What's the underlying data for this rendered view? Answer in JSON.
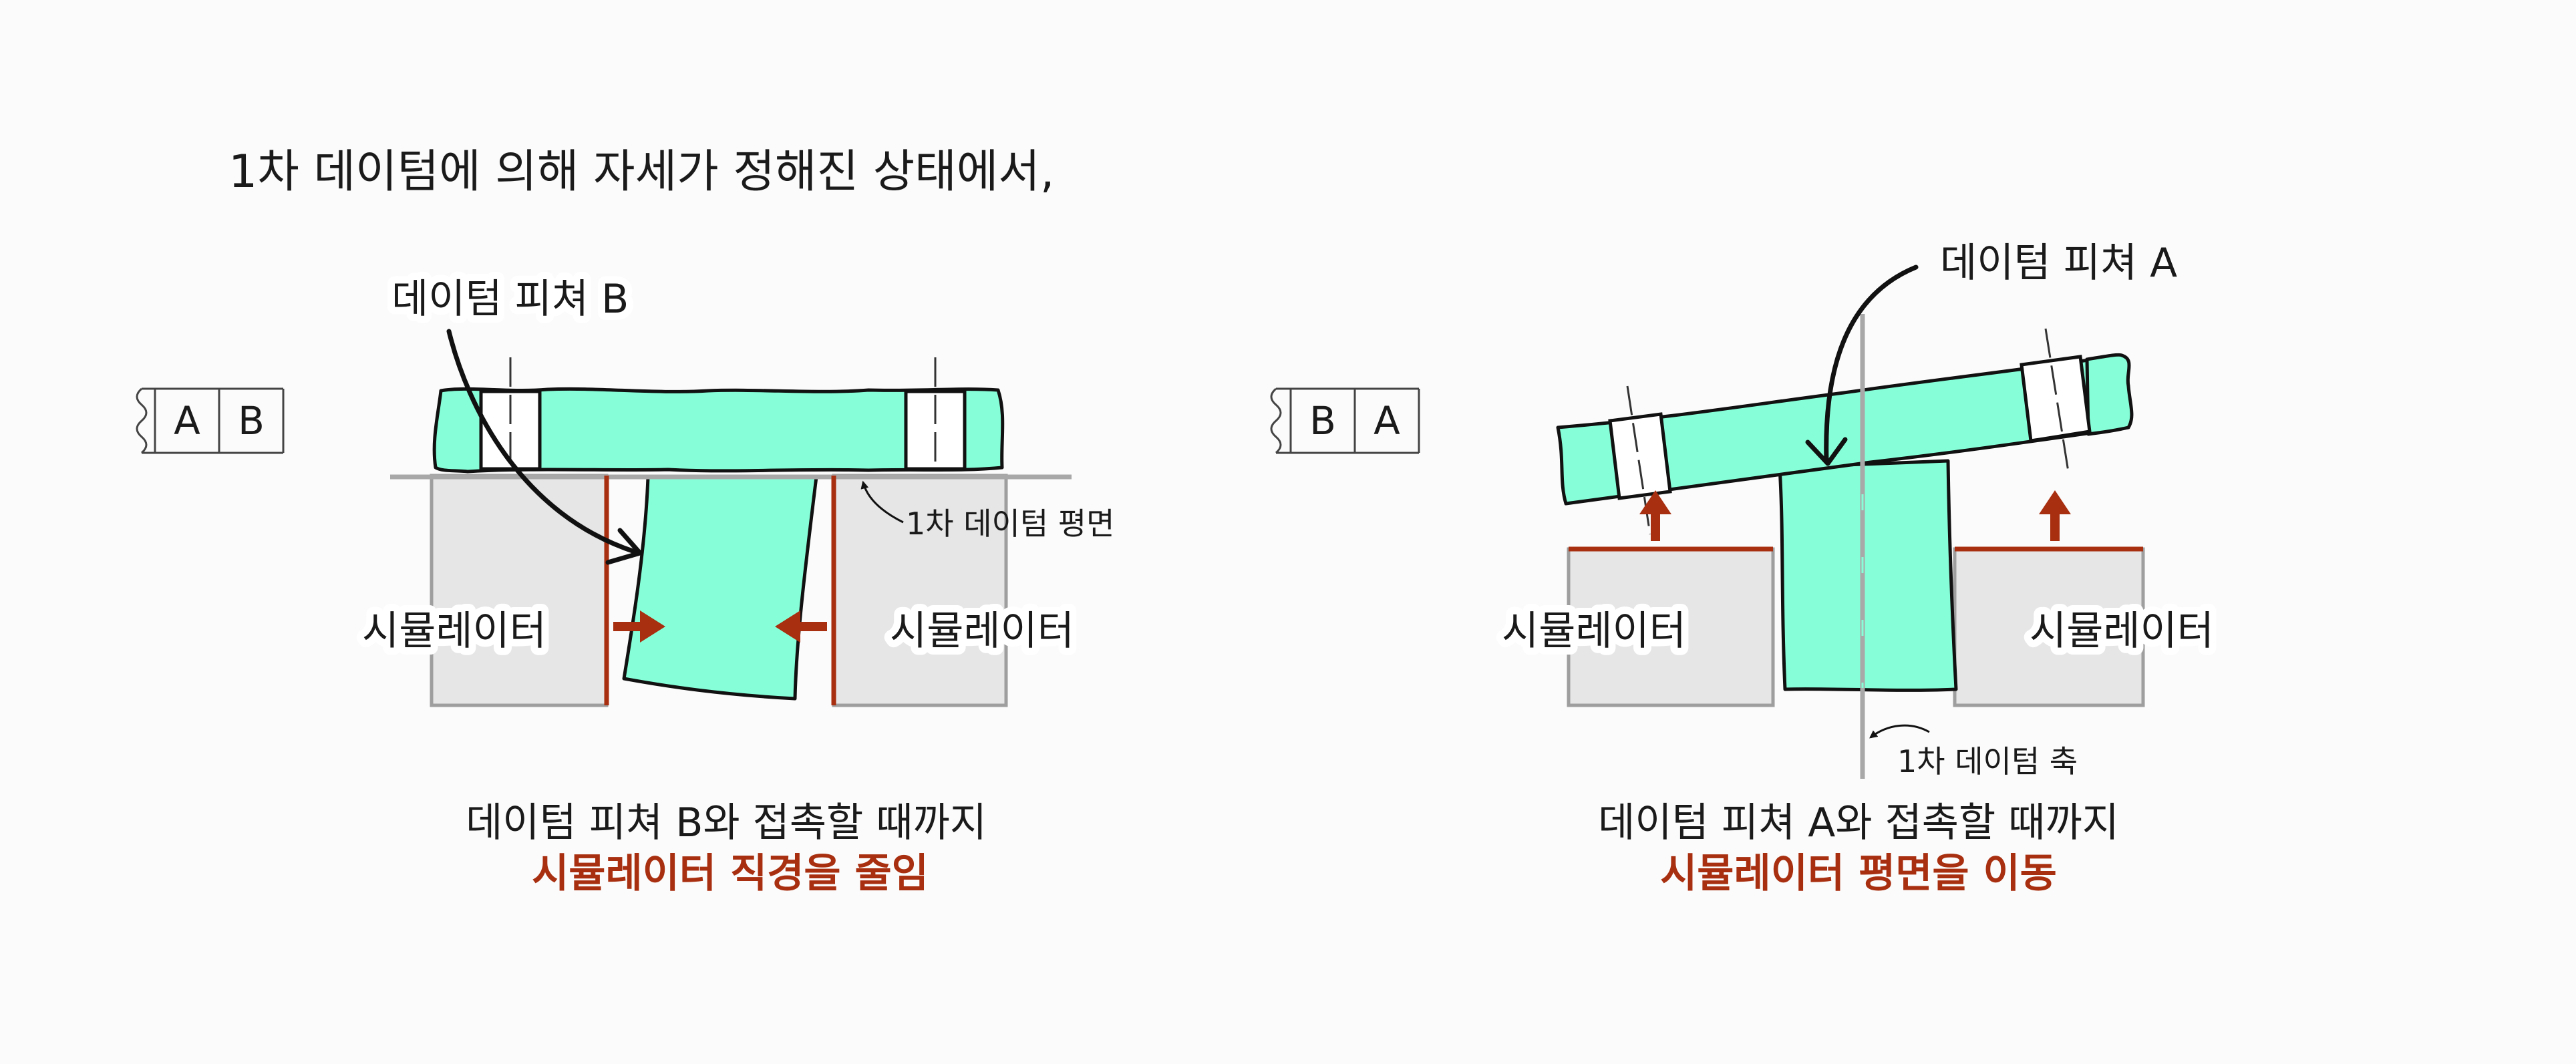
{
  "header": {
    "text": "1차 데이텀에 의해 자세가 정해진 상태에서,"
  },
  "left_panel": {
    "frame_cells": [
      "A",
      "B"
    ],
    "feature_label": "데이텀 피쳐 B",
    "plane_label": "1차 데이텀 평면",
    "simulator_left": "시뮬레이터",
    "simulator_right": "시뮬레이터",
    "caption_line1": "데이텀 피쳐 B와 접촉할 때까지",
    "caption_line2": "시뮬레이터 직경을 줄임"
  },
  "right_panel": {
    "frame_cells": [
      "B",
      "A"
    ],
    "feature_label": "데이텀 피쳐 A",
    "axis_label": "1차 데이텀 축",
    "simulator_left": "시뮬레이터",
    "simulator_right": "시뮬레이터",
    "caption_line1": "데이텀 피쳐 A와 접촉할 때까지",
    "caption_line2": "시뮬레이터 평면을 이동"
  },
  "colors": {
    "part_fill": "#86ffd8",
    "simulator_fill": "#e6e6e6",
    "accent_red": "#a82f10",
    "line_gray": "#a8a8a8",
    "text": "#1a1a1a"
  }
}
